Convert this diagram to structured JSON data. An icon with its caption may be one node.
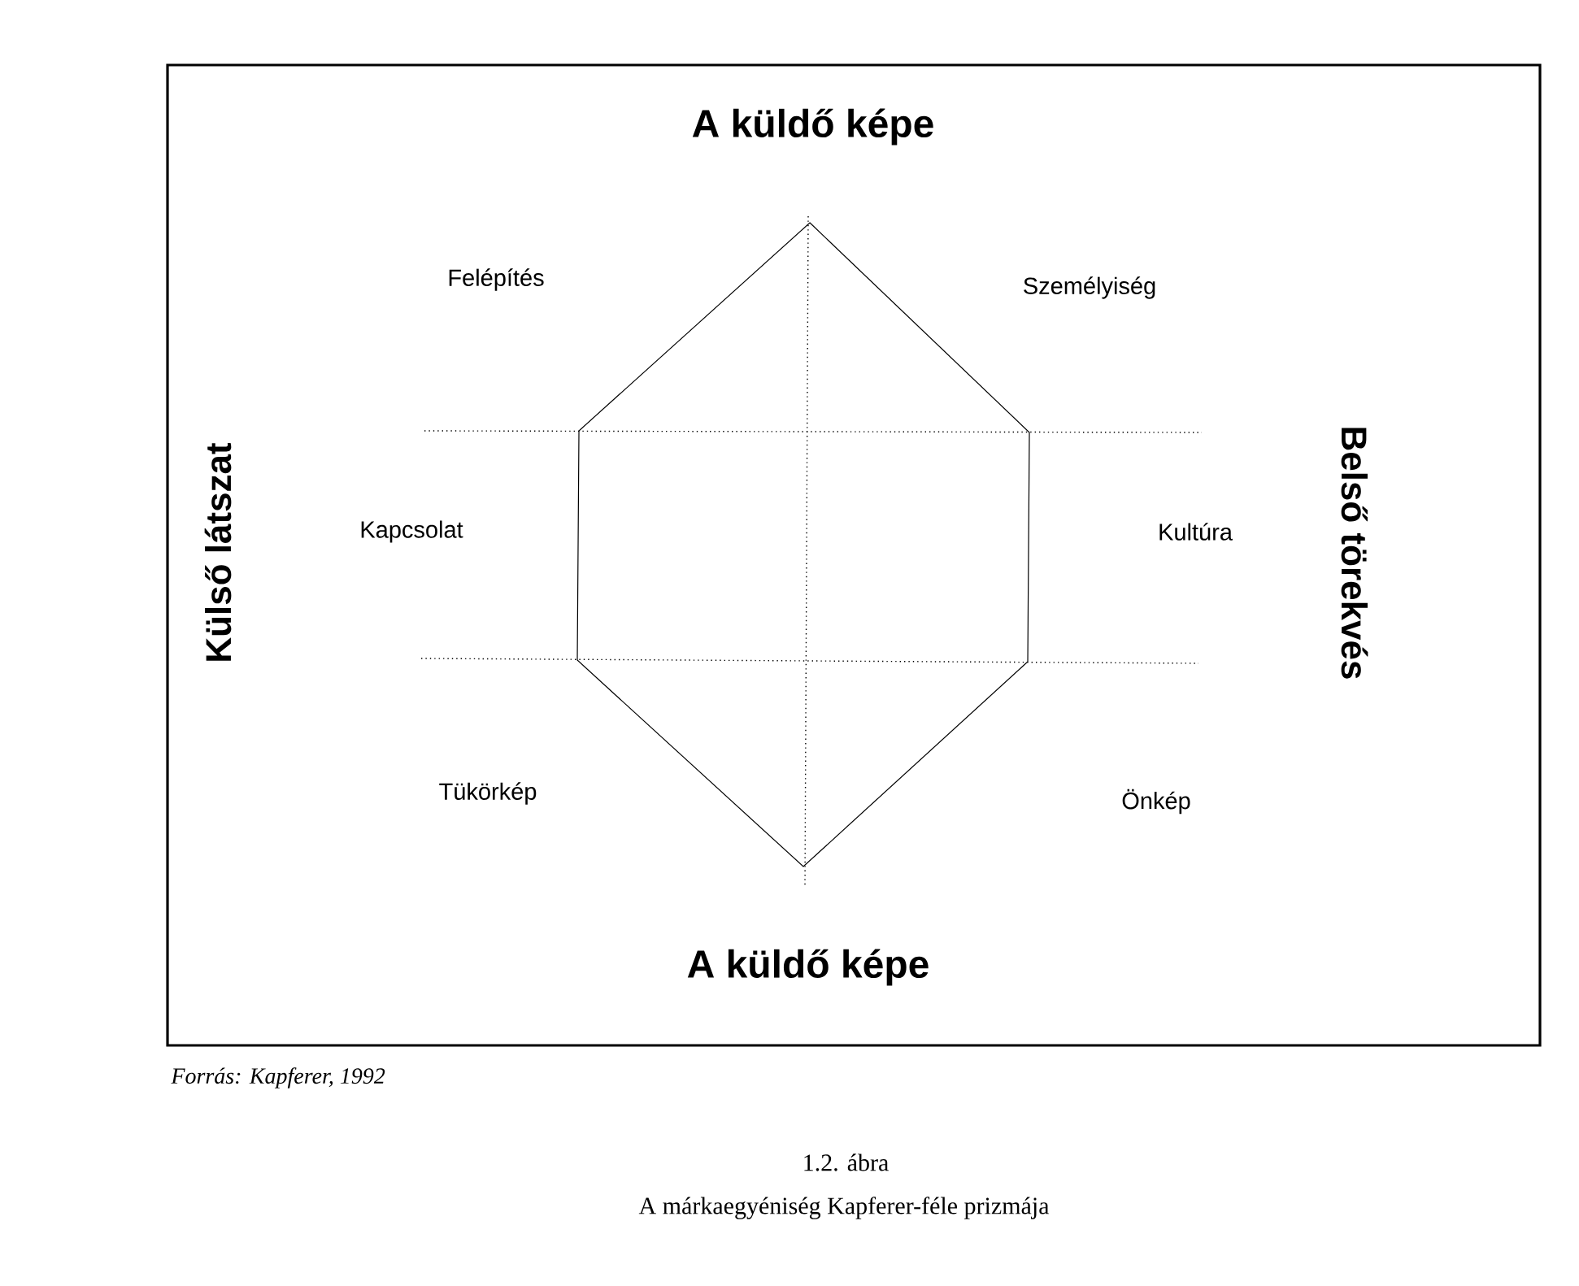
{
  "diagram": {
    "caption": "A márkaegyéniség Kapferer-féle prizmája",
    "labels": [
      "A küldő képe",
      "Felépítés",
      "Személyiség",
      "Külső látszat",
      "Belső törekvés",
      "Kapcsolat",
      "Kultúra",
      "Tükörkép",
      "Önkép",
      "A küldő képe",
      "Forrás: Kapferer, 1992",
      "1.2. ábra"
    ]
  }
}
